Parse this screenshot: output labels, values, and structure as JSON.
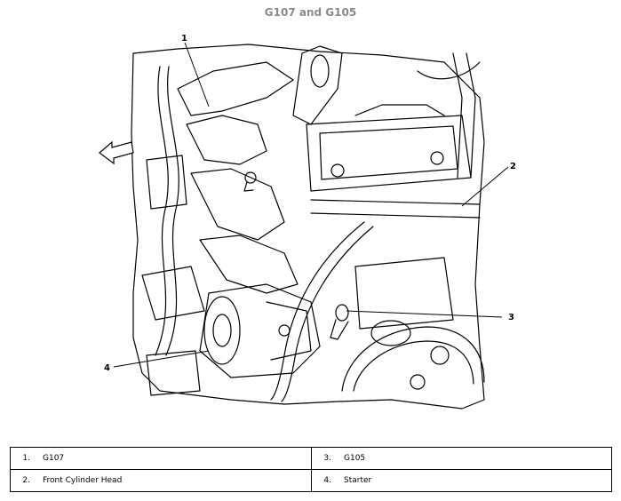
{
  "title": "G107 and G105",
  "callouts": [
    "1",
    "2",
    "3",
    "4"
  ],
  "legend": [
    {
      "num": "1.",
      "label": "G107"
    },
    {
      "num": "3.",
      "label": "G105"
    },
    {
      "num": "2.",
      "label": "Front Cylinder Head"
    },
    {
      "num": "4.",
      "label": "Starter"
    }
  ]
}
